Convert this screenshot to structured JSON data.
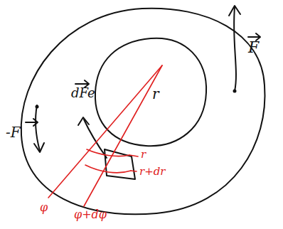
{
  "diagram": {
    "labels": [
      "F",
      "-F",
      "dFe",
      "r",
      "r",
      "r+dr",
      "φ",
      "φ+dφ"
    ]
  }
}
